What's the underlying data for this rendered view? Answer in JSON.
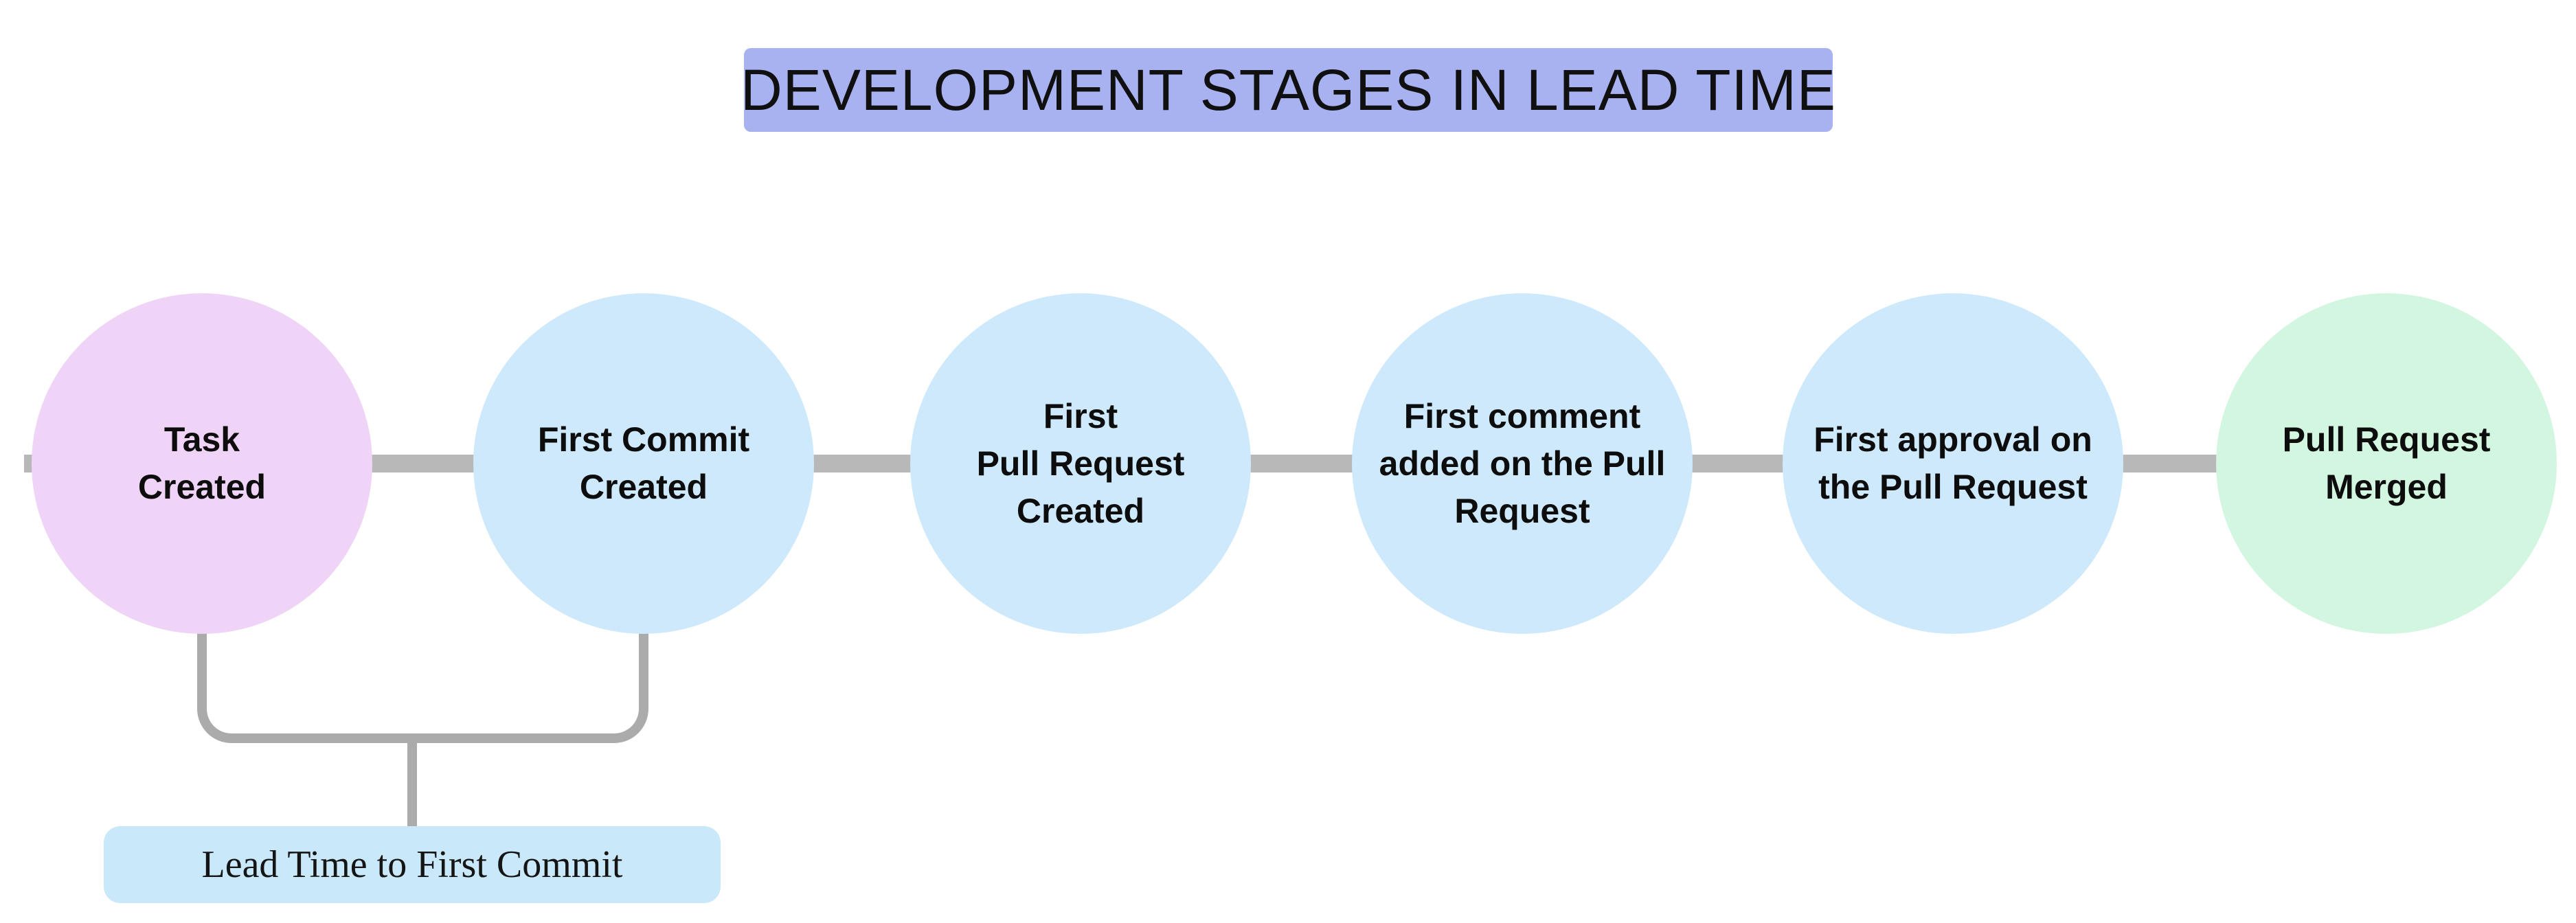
{
  "title": "DEVELOPMENT STAGES IN LEAD TIME",
  "colors": {
    "title_bg": "#a9b2f0",
    "connector": "#b8b8b8",
    "bracket": "#ababab",
    "stage_pink": "#f0d4f7",
    "stage_blue": "#cde9fb",
    "stage_green": "#d2f6e0",
    "annotation_bg": "#c9e8fa",
    "text": "#0d0d0d"
  },
  "stages": [
    {
      "id": "task-created",
      "label": [
        "Task",
        "Created"
      ],
      "color": "#f0d4f7"
    },
    {
      "id": "first-commit-created",
      "label": [
        "First Commit",
        "Created"
      ],
      "color": "#cde9fb"
    },
    {
      "id": "first-pull-request-created",
      "label": [
        "First",
        "Pull Request",
        "Created"
      ],
      "color": "#cde9fb"
    },
    {
      "id": "first-comment-added",
      "label": [
        "First comment",
        "added on the Pull",
        "Request"
      ],
      "color": "#cde9fb"
    },
    {
      "id": "first-approval",
      "label": [
        "First approval on",
        "the Pull Request"
      ],
      "color": "#cde9fb"
    },
    {
      "id": "pull-request-merged",
      "label": [
        "Pull Request",
        "Merged"
      ],
      "color": "#d2f6e0"
    }
  ],
  "annotation": {
    "label": "Lead Time to First Commit"
  }
}
